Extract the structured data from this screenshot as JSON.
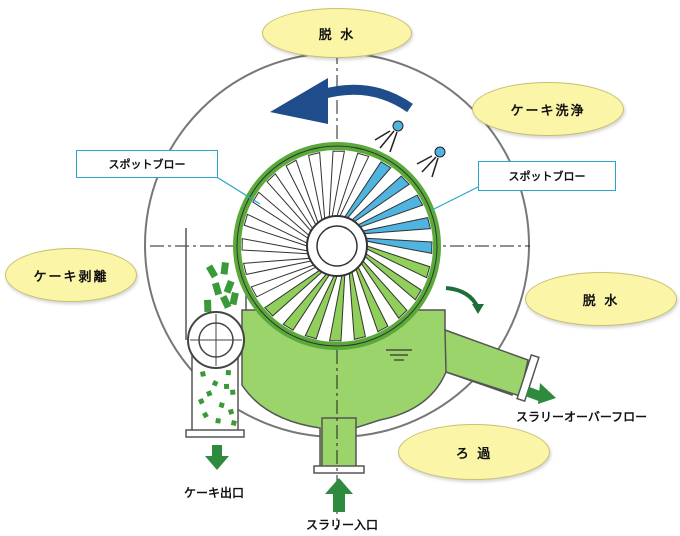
{
  "stages": {
    "dewater_top": "脱 水",
    "cake_wash": "ケーキ洗浄",
    "cake_peel": "ケーキ剥離",
    "dewater_right": "脱 水",
    "filtration": "ろ 過"
  },
  "callouts": {
    "spot_blow_left": "スポットブロー",
    "spot_blow_right": "スポットブロー"
  },
  "flows": {
    "slurry_overflow": "スラリーオーバーフロー",
    "cake_outlet": "ケーキ出口",
    "slurry_inlet": "スラリー入口"
  },
  "colors": {
    "slurry_green": "#9bd46a",
    "filter_green": "#8fcf5a",
    "wash_blue": "#4fb4e0",
    "rotation_arrow": "#1f4c8a",
    "bubble_fill": "#fbf5a8",
    "callout_border": "#2aa7c8",
    "flow_arrow": "#2e8b3e"
  },
  "icons": {
    "rotation": "rotation-arrow-icon",
    "spray": "spray-nozzle-icon",
    "flow": "flow-arrow-icon"
  }
}
